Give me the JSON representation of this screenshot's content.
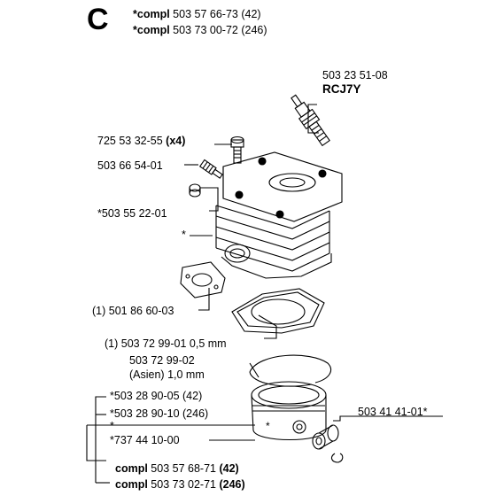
{
  "section": "C",
  "header": [
    {
      "prefix": "*compl",
      "number": "503 57 66-73",
      "suffix": "(42)"
    },
    {
      "prefix": "*compl",
      "number": "503 73 00-72",
      "suffix": "(246)"
    }
  ],
  "labels": {
    "spark_plug_number": "503 23 51-08",
    "spark_plug_type": "RCJ7Y",
    "screw_number": "725 53 32-55",
    "screw_qty": "(x4)",
    "valve": "503 66 54-01",
    "plug": "*503 55 22-01",
    "cylinder_marker": "*",
    "gasket_small": "(1) 501 86 60-03",
    "gasket_base": "(1) 503 72 99-01 0,5 mm",
    "gasket_asia_number": "503 72 99-02",
    "gasket_asia_note": "(Asien) 1,0 mm",
    "piston_42": "*503 28 90-05 (42)",
    "piston_246": "*503 28 90-10 (246)",
    "pin_marker": "*",
    "bearing": "*737 44 10-00",
    "needle": "503 41 41-01*"
  },
  "footer": [
    {
      "prefix": "compl",
      "number": "503 57 68-71",
      "suffix": "(42)"
    },
    {
      "prefix": "compl",
      "number": "503 73 02-71",
      "suffix": "(246)"
    }
  ]
}
